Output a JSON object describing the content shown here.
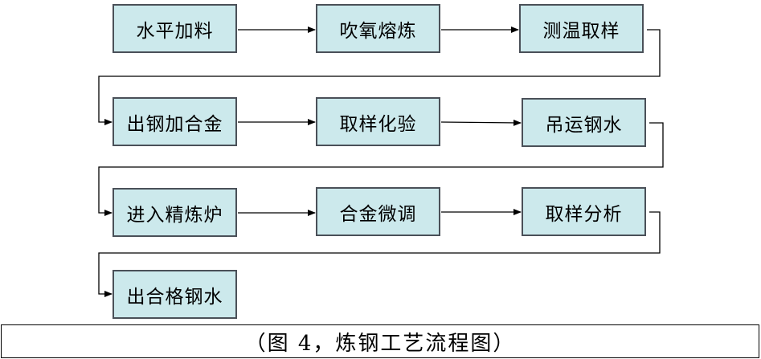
{
  "steps": [
    {
      "id": "s1",
      "label": "水平加料"
    },
    {
      "id": "s2",
      "label": "吹氧熔炼"
    },
    {
      "id": "s3",
      "label": "测温取样"
    },
    {
      "id": "s4",
      "label": "出钢加合金"
    },
    {
      "id": "s5",
      "label": "取样化验"
    },
    {
      "id": "s6",
      "label": "吊运钢水"
    },
    {
      "id": "s7",
      "label": "进入精炼炉"
    },
    {
      "id": "s8",
      "label": "合金微调"
    },
    {
      "id": "s9",
      "label": "取样分析"
    },
    {
      "id": "s10",
      "label": "出合格钢水"
    }
  ],
  "caption": "（图 4，炼钢工艺流程图）",
  "colors": {
    "node_fill": "#cce9ec",
    "node_border": "#4a5058",
    "line": "#000000"
  }
}
